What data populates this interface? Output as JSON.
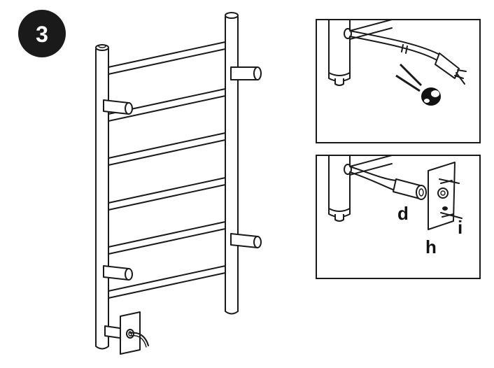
{
  "step": {
    "number": "3"
  },
  "detail_bottom": {
    "labels": {
      "d": "d",
      "h": "h",
      "i": "i"
    }
  }
}
